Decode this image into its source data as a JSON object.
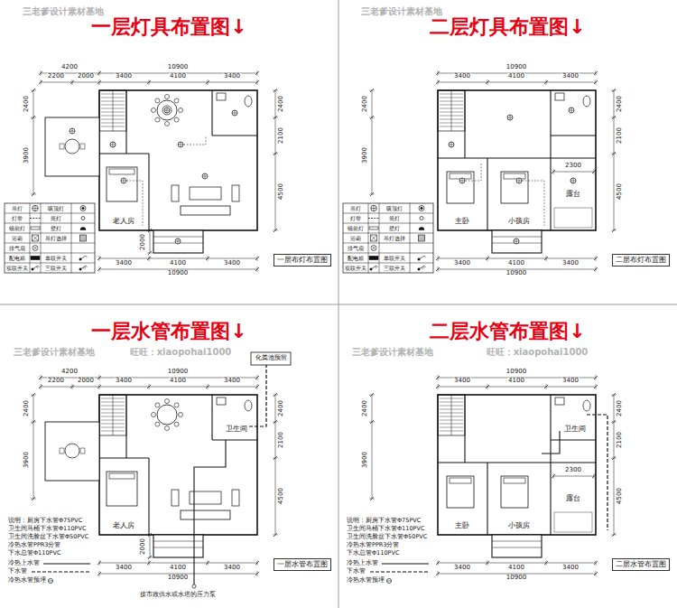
{
  "diagram": {
    "nodes": [
      {
        "text": [
          "一层灯具布置图↓"
        ]
      },
      {
        "text": [
          "一层布灯布置图"
        ],
        "in": 0
      },
      {
        "text": [
          "二层灯具布置图↓"
        ]
      },
      {
        "text": [
          "二层布灯布置图"
        ],
        "in": 2
      },
      {
        "text": [
          "一层水管布置图↓"
        ]
      },
      {
        "text": [
          "一层水管布置图"
        ],
        "in": 4
      },
      {
        "text": [
          "二层水管布置图↓"
        ]
      },
      {
        "text": [
          "二层水管布置图"
        ],
        "in": 6
      }
    ],
    "labels": [
      "三老爹设计素材基地",
      "4200",
      "10900",
      "2200",
      "2000",
      "3400",
      "4100",
      "3400",
      "2400",
      "3900",
      "2400",
      "2100",
      "4500",
      "2000",
      "3400",
      "4100",
      "3400",
      "10900",
      "老人房",
      "吊灯",
      "吸顶灯",
      "灯带",
      "筒灯",
      "镜前灯",
      "壁灯",
      "浴霸",
      "吊灯选择",
      "排气扇",
      "配电箱",
      "单联开关",
      "双联开关",
      "三联开关",
      "三老爹设计素材基地",
      "10900",
      "3400",
      "4100",
      "3400",
      "2400",
      "3900",
      "2400",
      "2100",
      "4500",
      "2300",
      "3400",
      "4100",
      "3400",
      "10900",
      "主卧",
      "小孩房",
      "露台",
      "吊灯",
      "吸顶灯",
      "灯带",
      "筒灯",
      "镜前灯",
      "壁灯",
      "浴霸",
      "吊灯选择",
      "排气扇",
      "配电箱",
      "单联开关",
      "双联开关",
      "三联开关",
      "三老爹设计素材基地",
      "旺旺：xiaopohai1000",
      "化粪池预留",
      "4200",
      "10900",
      "2200",
      "2000",
      "3400",
      "4100",
      "3400",
      "2400",
      "3900",
      "2400",
      "2100",
      "4500",
      "2000",
      "3400",
      "4100",
      "3400",
      "10900",
      "卫生间",
      "老人房",
      "说明：厨房下水管Φ75PVC",
      "卫生间马桶下水管Φ110PVC",
      "卫生间洗脸盆下水管Φ50PVC",
      "冷热水管PPR3分管",
      "下水总管Φ110PVC",
      "冷热上水管",
      "下水管",
      "冷热水管预埋",
      "接市政供水或水塔的压力泵",
      "三老爹设计素材基地",
      "旺旺：xiaopohai1000",
      "10900",
      "3400",
      "4100",
      "3400",
      "2400",
      "3900",
      "2400",
      "2100",
      "4500",
      "2300",
      "3400",
      "4100",
      "3400",
      "10900",
      "卫生间",
      "主卧",
      "小孩房",
      "露台",
      "说明：厨房下水管Φ75PVC",
      "卫生间马桶下水管Φ110PVC",
      "卫生间洗脸盆下水管Φ50PVC",
      "冷热水管PPR3分管",
      "下水总管Φ110PVC",
      "冷热上水管",
      "下水管",
      "冷热水管预埋"
    ]
  }
}
